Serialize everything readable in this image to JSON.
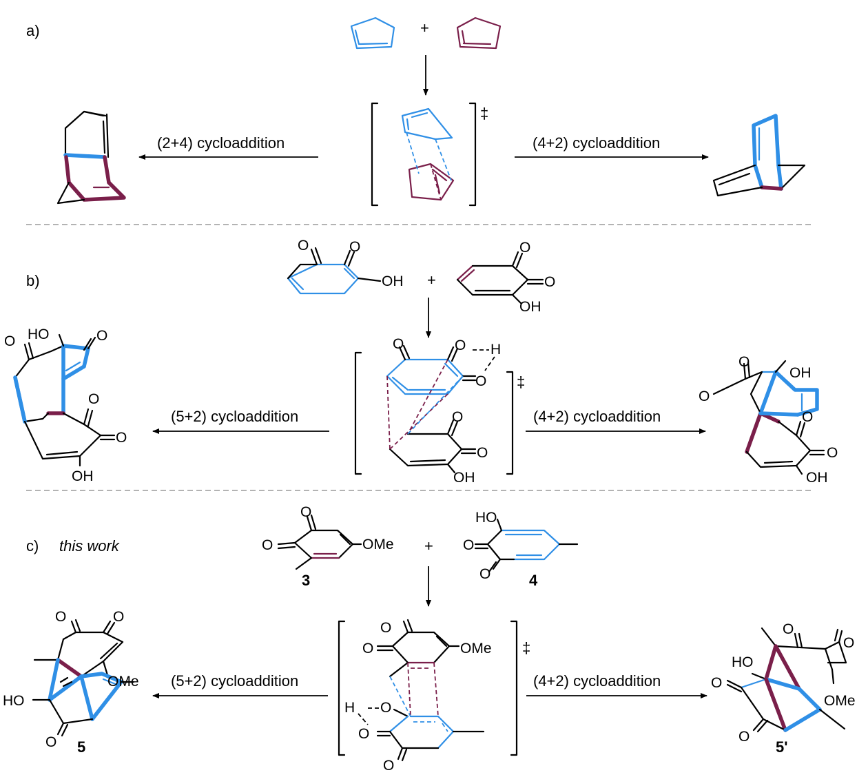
{
  "colors": {
    "blue": "#2f8fe6",
    "maroon": "#7a1f4a",
    "black": "#000000",
    "separator": "#9a9a9a"
  },
  "panels": {
    "a": {
      "label": "a)",
      "plus": "+",
      "ts_mark": "‡",
      "left_arrow": "(2+4) cycloaddition",
      "right_arrow": "(4+2) cycloaddition"
    },
    "b": {
      "label": "b)",
      "plus": "+",
      "ts_mark": "‡",
      "left_arrow": "(5+2) cycloaddition",
      "right_arrow": "(4+2) cycloaddition"
    },
    "c": {
      "label": "c)",
      "subtitle": "this work",
      "plus": "+",
      "ts_mark": "‡",
      "left_arrow": "(5+2) cycloaddition",
      "right_arrow": "(4+2) cycloaddition",
      "compound_3": "3",
      "compound_4": "4",
      "compound_5": "5",
      "compound_5p": "5'"
    }
  },
  "atoms": {
    "O": "O",
    "OH": "OH",
    "HO": "HO",
    "OMe": "OMe",
    "H": "H"
  }
}
